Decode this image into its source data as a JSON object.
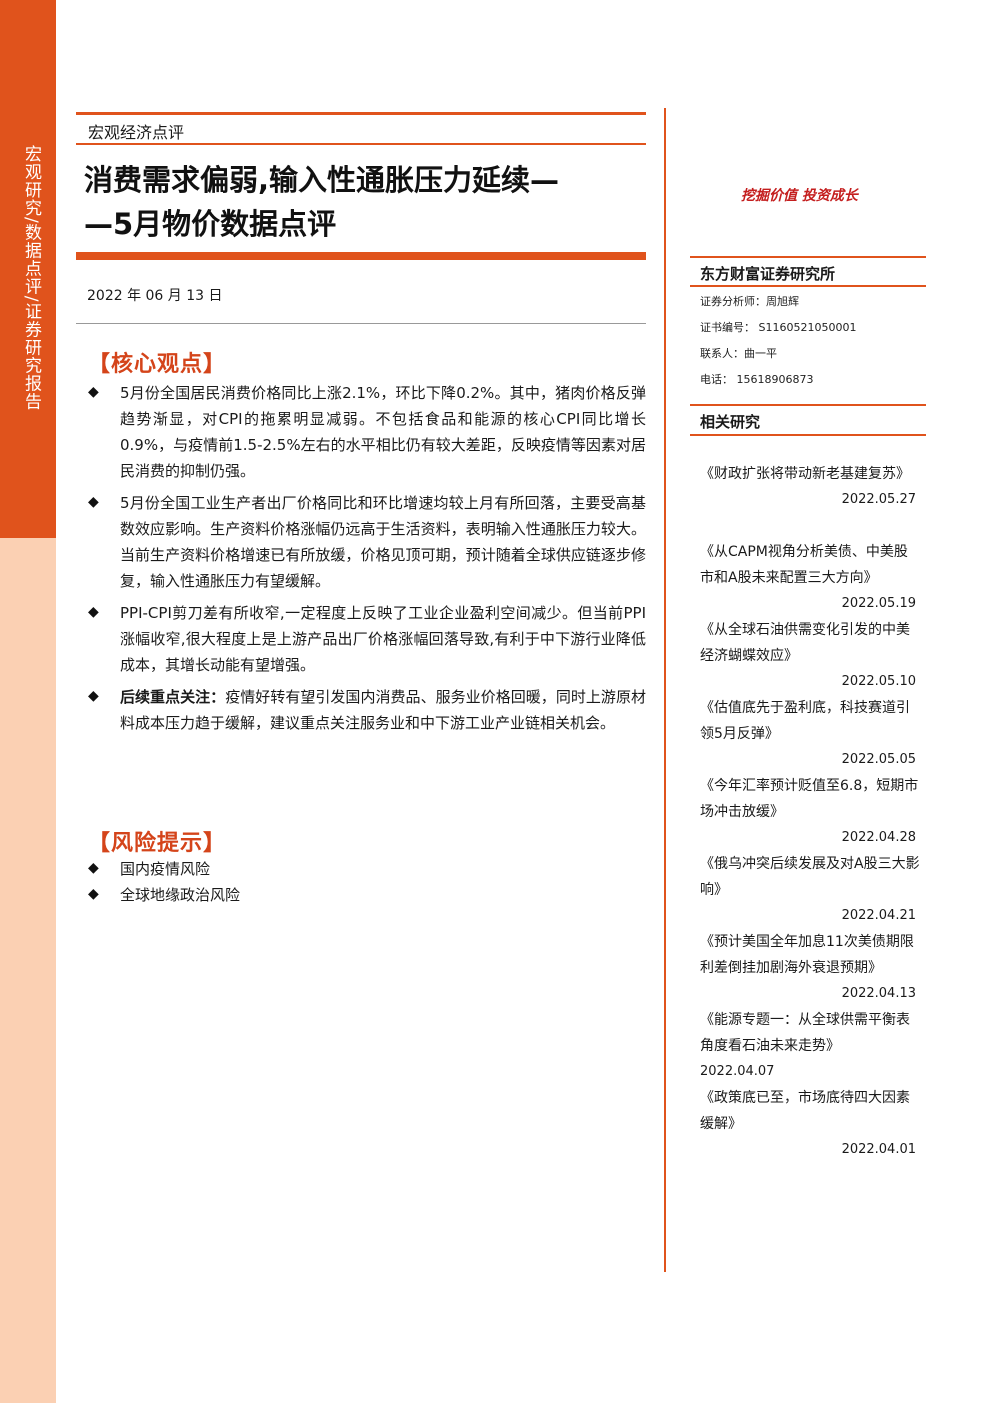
{
  "side_label": "宏观研究/数据点评/证券研究报告",
  "report_type": "宏观经济点评",
  "title_line1": "消费需求偏弱,输入性通胀压力延续—",
  "title_line2": "—5月物价数据点评",
  "date": "2022 年 06 月 13 日",
  "core": {
    "heading": "【核心观点】",
    "bullets": [
      {
        "bold": "",
        "text": "5月份全国居民消费价格同比上涨2.1%，环比下降0.2%。其中，猪肉价格反弹趋势渐显，对CPI的拖累明显减弱。不包括食品和能源的核心CPI同比增长0.9%，与疫情前1.5-2.5%左右的水平相比仍有较大差距，反映疫情等因素对居民消费的抑制仍强。"
      },
      {
        "bold": "",
        "text": "5月份全国工业生产者出厂价格同比和环比增速均较上月有所回落，主要受高基数效应影响。生产资料价格涨幅仍远高于生活资料，表明输入性通胀压力较大。当前生产资料价格增速已有所放缓，价格见顶可期，预计随着全球供应链逐步修复，输入性通胀压力有望缓解。"
      },
      {
        "bold": "",
        "text": "PPI-CPI剪刀差有所收窄,一定程度上反映了工业企业盈利空间减少。但当前PPI涨幅收窄,很大程度上是上游产品出厂价格涨幅回落导致,有利于中下游行业降低成本，其增长动能有望增强。"
      },
      {
        "bold": "后续重点关注：",
        "text": "疫情好转有望引发国内消费品、服务业价格回暖，同时上游原材料成本压力趋于缓解，建议重点关注服务业和中下游工业产业链相关机会。"
      }
    ]
  },
  "risk": {
    "heading": "【风险提示】",
    "bullets": [
      {
        "bold": "",
        "text": "国内疫情风险"
      },
      {
        "bold": "",
        "text": "全球地缘政治风险"
      }
    ]
  },
  "sidebar": {
    "slogan": "挖掘价值 投资成长",
    "institution": "东方财富证券研究所",
    "analyst": "证券分析师：周旭辉",
    "cert": "证书编号：  S1160521050001",
    "contact": "联系人：曲一平",
    "phone": "电话：   15618906873",
    "related_heading": "相关研究",
    "related": [
      {
        "title": "《财政扩张将带动新老基建复苏》",
        "date": "2022.05.27"
      },
      {
        "title": "《从CAPM视角分析美债、中美股市和A股未来配置三大方向》",
        "date": "2022.05.19"
      },
      {
        "title": "《从全球石油供需变化引发的中美经济蝴蝶效应》",
        "date": "2022.05.10"
      },
      {
        "title": "《估值底先于盈利底，科技赛道引领5月反弹》",
        "date": "2022.05.05"
      },
      {
        "title": "《今年汇率预计贬值至6.8，短期市场冲击放缓》",
        "date": "2022.04.28"
      },
      {
        "title": "《俄乌冲突后续发展及对A股三大影响》",
        "date": "2022.04.21"
      },
      {
        "title": "《预计美国全年加息11次美债期限利差倒挂加剧海外衰退预期》",
        "date": "2022.04.13"
      },
      {
        "title": "《能源专题一：从全球供需平衡表角度看石油未来走势》",
        "date": "2022.04.07"
      },
      {
        "title": "《政策底已至，市场底待四大因素缓解》",
        "date": "2022.04.01"
      }
    ]
  }
}
